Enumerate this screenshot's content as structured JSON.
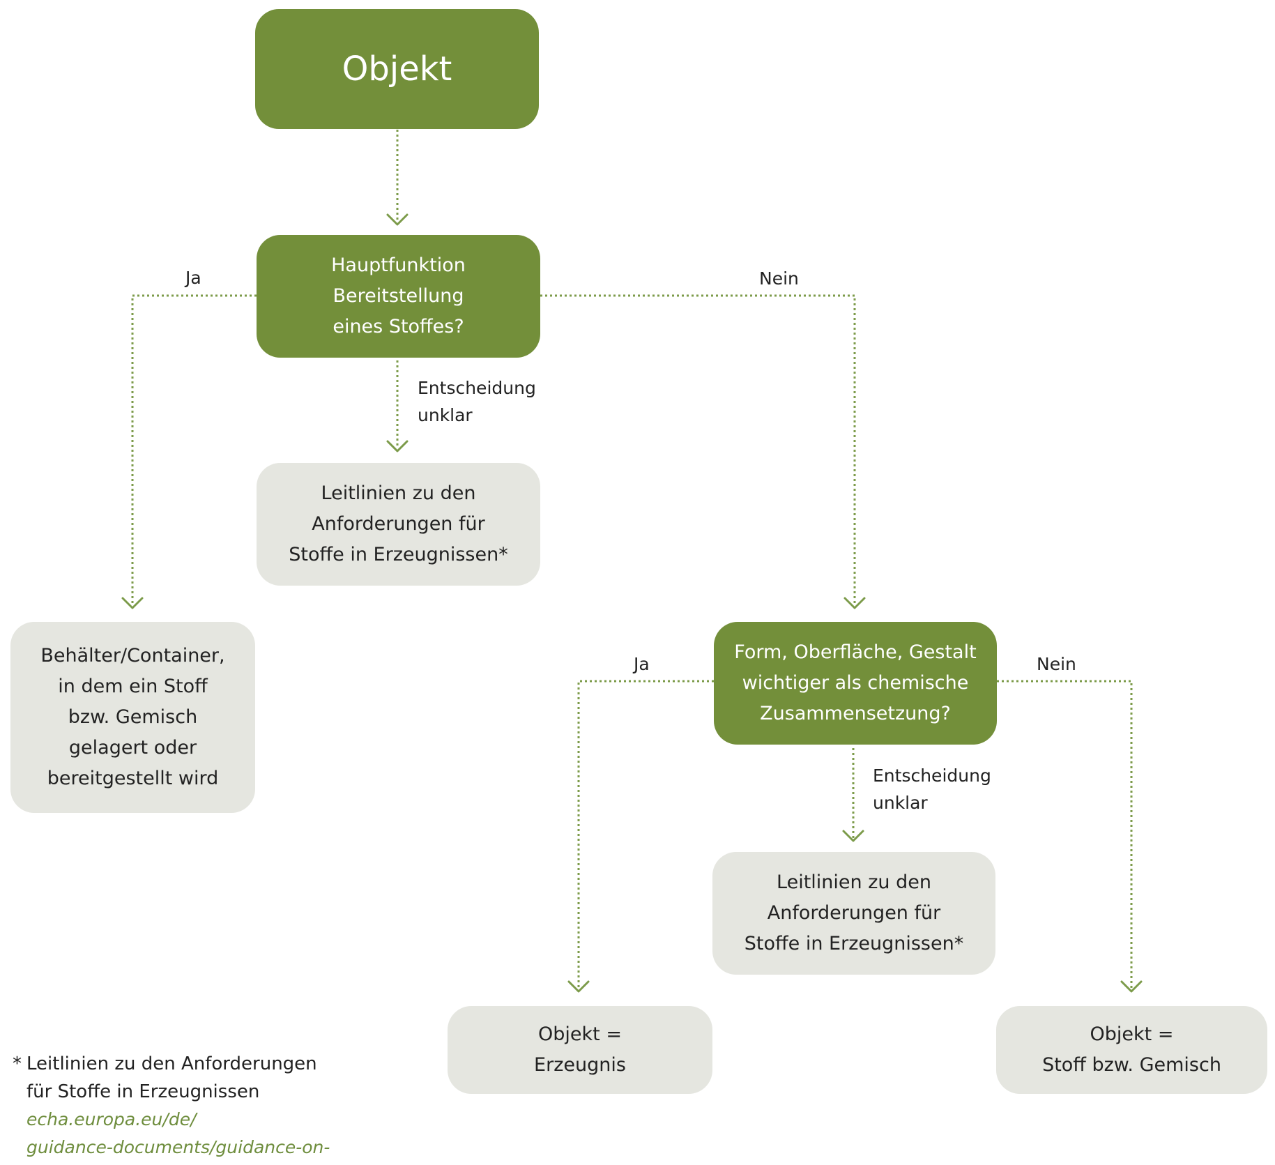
{
  "colors": {
    "decision_fill": "#738f3a",
    "outcome_fill": "#e5e6e0",
    "connector": "#7c9b4a",
    "link": "#6e8d3d"
  },
  "nodes": {
    "objekt": "Objekt",
    "q1": "Hauptfunktion\nBereitstellung\neines Stoffes?",
    "guidance_1": "Leitlinien zu den\nAnforderungen für\nStoffe in Erzeugnissen*",
    "container": "Behälter/Container,\nin dem ein Stoff\nbzw. Gemisch\ngelagert oder\nbereitgestellt wird",
    "q2": "Form, Oberfläche, Gestalt\nwichtiger als chemische\nZusammensetzung?",
    "guidance_2": "Leitlinien zu den\nAnforderungen für\nStoffe in Erzeugnissen*",
    "erzeugnis": "Objekt =\nErzeugnis",
    "stoff": "Objekt =\nStoff bzw. Gemisch"
  },
  "edge_labels": {
    "q1_ja": "Ja",
    "q1_nein": "Nein",
    "q1_unklar": "Entscheidung\nunklar",
    "q2_ja": "Ja",
    "q2_nein": "Nein",
    "q2_unklar": "Entscheidung\nunklar"
  },
  "footnote": {
    "marker": "*",
    "text": "Leitlinien zu den Anforderungen\nfür Stoffe in Erzeugnissen",
    "link": "echa.europa.eu/de/\nguidance-documents/guidance-on-reach"
  }
}
